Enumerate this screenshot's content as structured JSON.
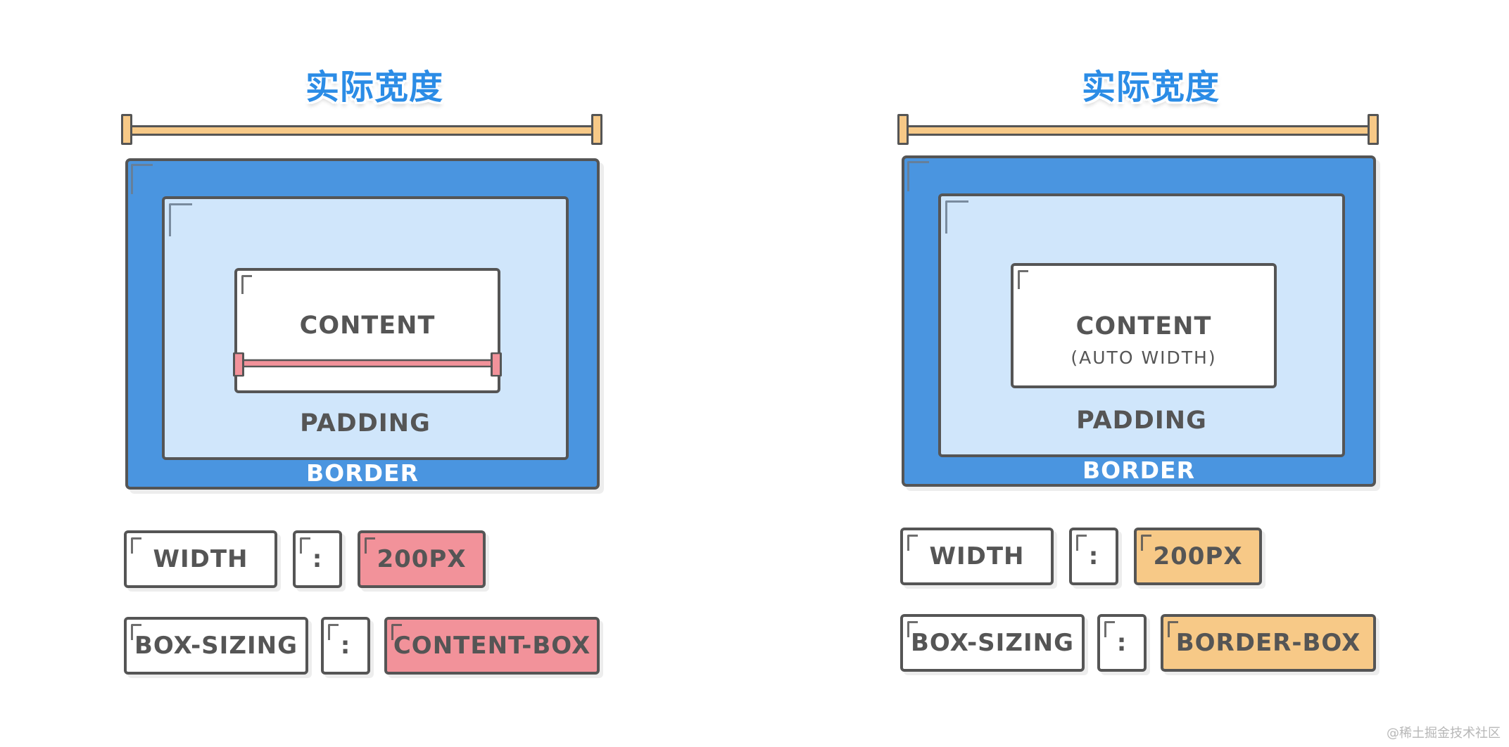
{
  "left": {
    "title": "实际宽度",
    "content_label": "CONTENT",
    "padding_label": "PADDING",
    "border_label": "BORDER",
    "rows": [
      {
        "prop": "WIDTH",
        "sep": ":",
        "value": "200PX"
      },
      {
        "prop": "BOX-SIZING",
        "sep": ":",
        "value": "CONTENT-BOX"
      }
    ],
    "accent": "#f2929a"
  },
  "right": {
    "title": "实际宽度",
    "content_label": "CONTENT",
    "content_sublabel": "(AUTO WIDTH)",
    "padding_label": "PADDING",
    "border_label": "BORDER",
    "rows": [
      {
        "prop": "WIDTH",
        "sep": ":",
        "value": "200PX"
      },
      {
        "prop": "BOX-SIZING",
        "sep": ":",
        "value": "BORDER-BOX"
      }
    ],
    "accent": "#f7c987"
  },
  "colors": {
    "title_blue": "#2b8ce6",
    "border_blue": "#4a95e0",
    "padding_blue": "#d0e6fb",
    "outline": "#555555",
    "ruler_orange": "#f7c987",
    "ruler_pink": "#f2929a"
  },
  "watermark": "@稀土掘金技术社区"
}
